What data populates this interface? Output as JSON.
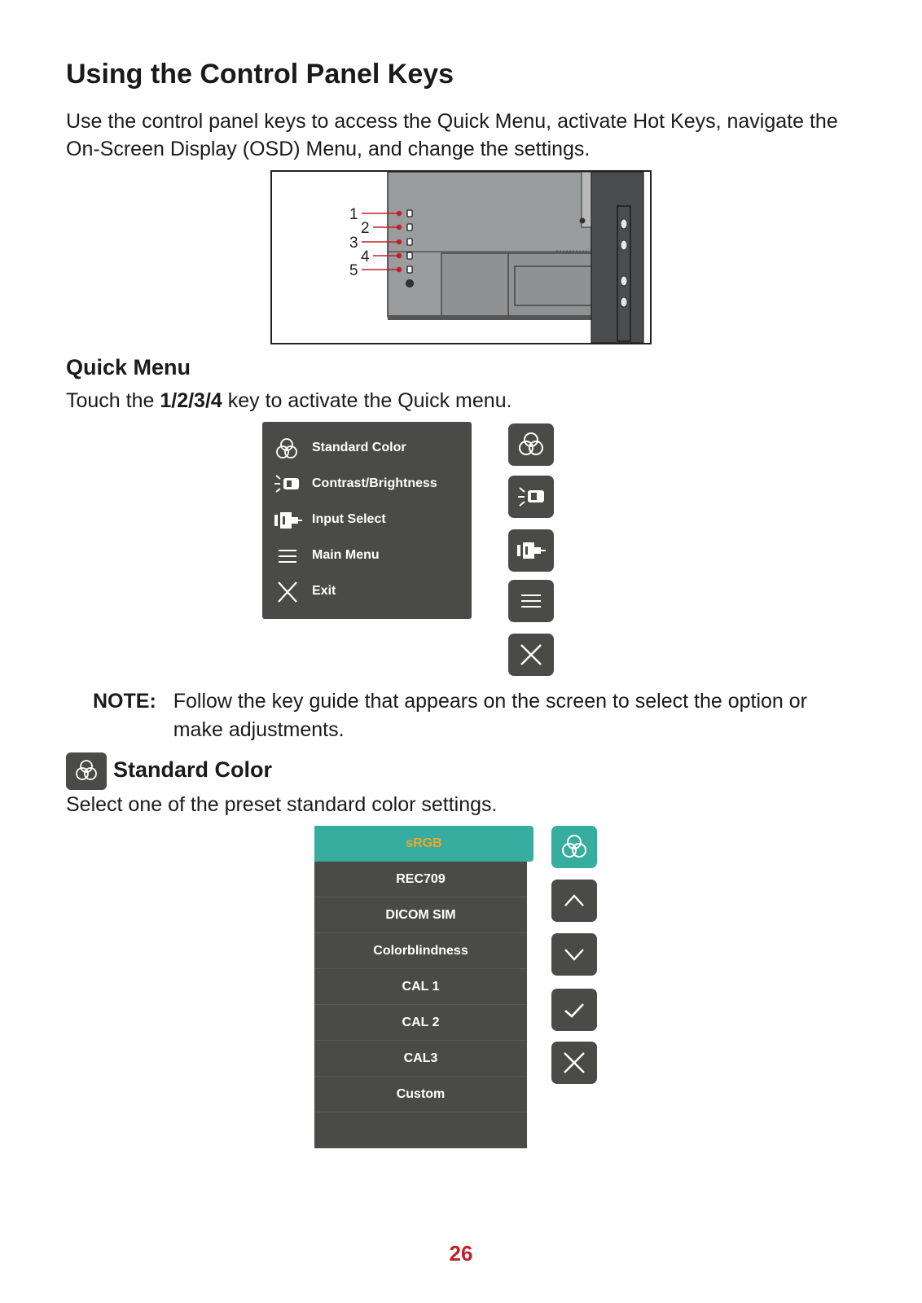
{
  "page": {
    "title": "Using the Control Panel Keys",
    "intro": "Use the control panel keys to access the Quick Menu, activate Hot Keys, navigate the On-Screen Display (OSD) Menu, and change the settings.",
    "page_number": "26"
  },
  "diagram": {
    "callouts": [
      "1",
      "2",
      "3",
      "4",
      "5"
    ],
    "line_color": "#c0202a"
  },
  "quick_menu": {
    "heading": "Quick Menu",
    "instruction_before": "Touch the ",
    "instruction_bold": "1/2/3/4",
    "instruction_after": " key to activate the Quick menu.",
    "items": [
      {
        "label": "Standard Color",
        "icon": "color-circles-icon"
      },
      {
        "label": "Contrast/Brightness",
        "icon": "contrast-brightness-icon"
      },
      {
        "label": "Input Select",
        "icon": "input-plug-icon"
      },
      {
        "label": "Main Menu",
        "icon": "menu-lines-icon"
      },
      {
        "label": "Exit",
        "icon": "close-icon"
      }
    ]
  },
  "note": {
    "label": "NOTE:",
    "text": "Follow the key guide that appears on the screen to select the option or make adjustments."
  },
  "standard_color": {
    "heading": "Standard Color",
    "description": "Select one of the preset standard color settings.",
    "options": [
      "sRGB",
      "REC709",
      "DICOM SIM",
      "Colorblindness",
      "CAL 1",
      "CAL 2",
      "CAL3",
      "Custom"
    ],
    "selected": "sRGB",
    "accent_color": "#36ad9f",
    "selected_text_color": "#f0a52a",
    "key_icons": [
      "color-circles-icon",
      "chevron-up-icon",
      "chevron-down-icon",
      "check-icon",
      "close-icon"
    ]
  },
  "colors": {
    "panel": "#4a4a48",
    "page_number": "#c0202a"
  }
}
